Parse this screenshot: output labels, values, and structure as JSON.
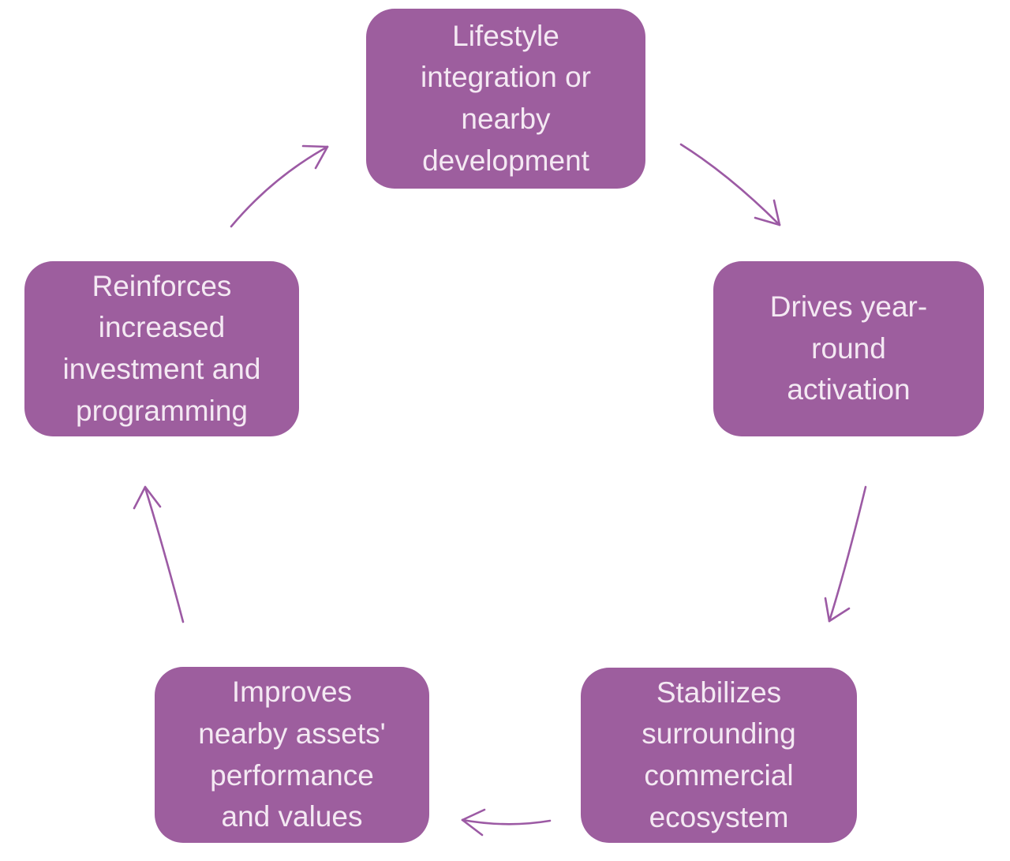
{
  "diagram": {
    "type": "cycle",
    "colors": {
      "node_fill": "#9d5e9e",
      "node_text": "#f4e9f3",
      "arrow": "#9c5aa4",
      "background": "#ffffff"
    },
    "nodes": {
      "top": {
        "id": "lifestyle-integration",
        "label": "Lifestyle\nintegration or\nnearby\ndevelopment"
      },
      "right": {
        "id": "year-round-activation",
        "label": "Drives year-\nround\nactivation"
      },
      "bottom_right": {
        "id": "stabilizes-ecosystem",
        "label": "Stabilizes\nsurrounding\ncommercial\necosystem"
      },
      "bottom_left": {
        "id": "improves-assets",
        "label": "Improves\nnearby assets'\nperformance\nand values"
      },
      "left": {
        "id": "reinforces-investment",
        "label": "Reinforces\nincreased\ninvestment and\nprogramming"
      }
    },
    "edges": [
      {
        "from": "lifestyle-integration",
        "to": "year-round-activation"
      },
      {
        "from": "year-round-activation",
        "to": "stabilizes-ecosystem"
      },
      {
        "from": "stabilizes-ecosystem",
        "to": "improves-assets"
      },
      {
        "from": "improves-assets",
        "to": "reinforces-investment"
      },
      {
        "from": "reinforces-investment",
        "to": "lifestyle-integration"
      }
    ]
  }
}
